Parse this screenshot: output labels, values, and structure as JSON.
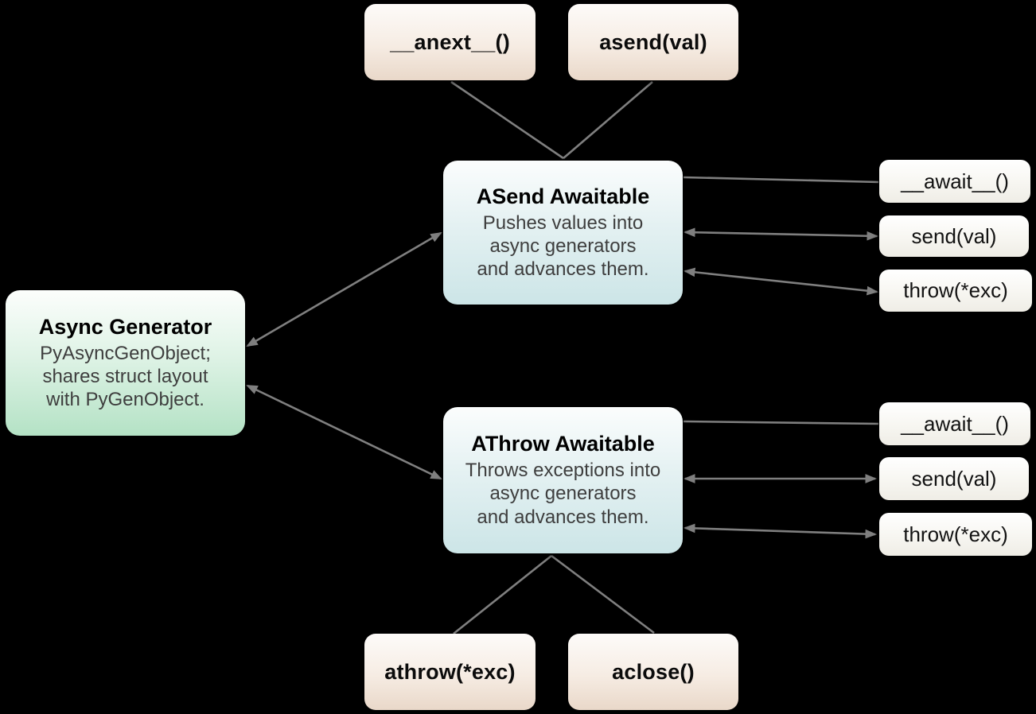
{
  "colors": {
    "background": "#000000",
    "connector": "#7f7f7f",
    "method_box_bottom": "#e9d8c9",
    "generator_box_bottom": "#b4e2c5",
    "awaitable_box_bottom": "#cce5e7",
    "protocol_box_bottom": "#efede6"
  },
  "nodes": {
    "async_generator": {
      "title": "Async Generator",
      "description": "PyAsyncGenObject;\nshares struct layout\nwith PyGenObject."
    },
    "asend_awaitable": {
      "title": "ASend Awaitable",
      "description": "Pushes values into\nasync generators\nand advances them."
    },
    "athrow_awaitable": {
      "title": "AThrow Awaitable",
      "description": "Throws exceptions into\nasync generators\nand advances them."
    }
  },
  "methods": {
    "anext": "__anext__()",
    "asend": "asend(val)",
    "athrow": "athrow(*exc)",
    "aclose": "aclose()"
  },
  "asend_protocol": {
    "await_method": "__await__()",
    "send": "send(val)",
    "throw": "throw(*exc)"
  },
  "athrow_protocol": {
    "await_method": "__await__()",
    "send": "send(val)",
    "throw": "throw(*exc)"
  }
}
